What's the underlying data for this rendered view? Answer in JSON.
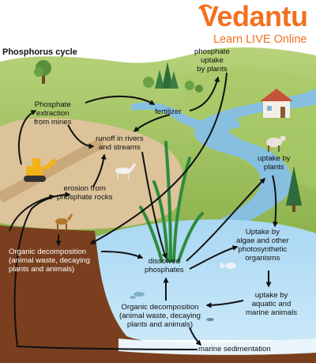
{
  "brand": {
    "name": "Vedantu",
    "tagline": "Learn LIVE Online",
    "color": "#f37021"
  },
  "diagram": {
    "title": "Phosphorus cycle",
    "labels": {
      "phosphate_uptake_plants": "phosphate\nuptake\nby plants",
      "phosphate_extraction": "Phosphate\nextraction\nfrom mines",
      "fertilizer": "fertilizer",
      "runoff": "runoff in rivers\nand streams",
      "uptake_plants_right": "uptake by\nplants",
      "erosion": "erosion from\nphosphate rocks",
      "organic_decomp_land": "Organic decomposition\n(animal waste, decaying\nplants and animals)",
      "uptake_algae": "Uptake by\nalgae and other\nphotosynthetic\norganisms",
      "dissolved_phosphates": "dissolved\nphosphates",
      "uptake_aquatic": "uptake by\naquatic and\nmarine animals",
      "organic_decomp_water": "Organic decomposition\n(animal waste, decaying\nplants and animals)",
      "marine_sedimentation": "marine sedimentation"
    }
  },
  "colors": {
    "sky": "#ffffff",
    "hill": "#9fc05a",
    "hill_dark": "#7ea640",
    "river": "#86bfe0",
    "lake": "#b4ddf5",
    "soil": "#7a3f1e",
    "sand": "#dcc39a",
    "arrow": "#111111"
  }
}
